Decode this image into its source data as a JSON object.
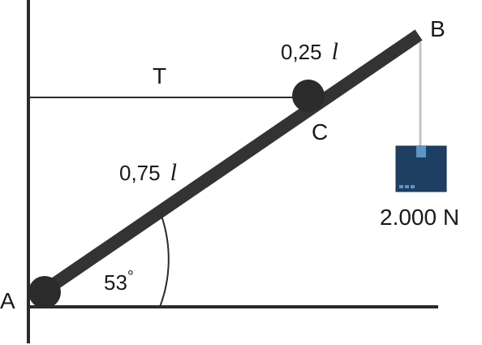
{
  "labels": {
    "point_a": "A",
    "point_b": "B",
    "point_c": "C",
    "tension": "T",
    "angle_value": "53",
    "angle_unit": "°",
    "lower_segment_coef": "0,75",
    "upper_segment_coef": "0,25",
    "length_symbol": "l",
    "weight": "2.000 N"
  },
  "colors": {
    "lines": "#2b2b2b",
    "beam": "#333333",
    "hinge": "#2b2b2b",
    "rope": "#c4c4c4",
    "box_fill": "#1f3f62",
    "box_accent": "#5a94c8",
    "text": "#1a1a1a"
  },
  "icons": {
    "weight": "crate-icon"
  }
}
